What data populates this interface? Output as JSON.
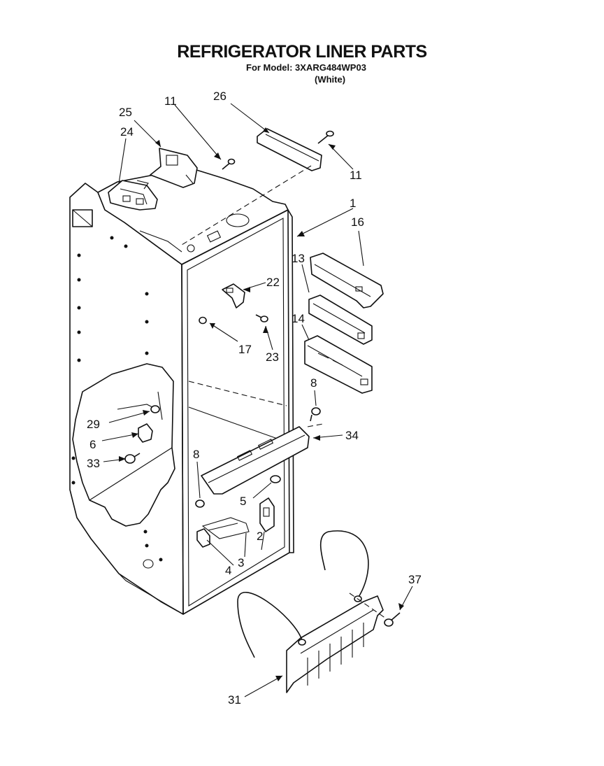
{
  "header": {
    "title": "REFRIGERATOR LINER PARTS",
    "model_line": "For Model: 3XARG484WP03",
    "color_line": "(White)"
  },
  "parts": [
    {
      "id": "p1",
      "label": "1"
    },
    {
      "id": "p2",
      "label": "2"
    },
    {
      "id": "p3",
      "label": "3"
    },
    {
      "id": "p4",
      "label": "4"
    },
    {
      "id": "p5",
      "label": "5"
    },
    {
      "id": "p6",
      "label": "6"
    },
    {
      "id": "p8a",
      "label": "8"
    },
    {
      "id": "p8b",
      "label": "8"
    },
    {
      "id": "p11a",
      "label": "11"
    },
    {
      "id": "p11b",
      "label": "11"
    },
    {
      "id": "p13",
      "label": "13"
    },
    {
      "id": "p14",
      "label": "14"
    },
    {
      "id": "p16",
      "label": "16"
    },
    {
      "id": "p17",
      "label": "17"
    },
    {
      "id": "p22",
      "label": "22"
    },
    {
      "id": "p23",
      "label": "23"
    },
    {
      "id": "p24",
      "label": "24"
    },
    {
      "id": "p25",
      "label": "25"
    },
    {
      "id": "p26",
      "label": "26"
    },
    {
      "id": "p29",
      "label": "29"
    },
    {
      "id": "p31",
      "label": "31"
    },
    {
      "id": "p33",
      "label": "33"
    },
    {
      "id": "p34",
      "label": "34"
    },
    {
      "id": "p37",
      "label": "37"
    }
  ]
}
